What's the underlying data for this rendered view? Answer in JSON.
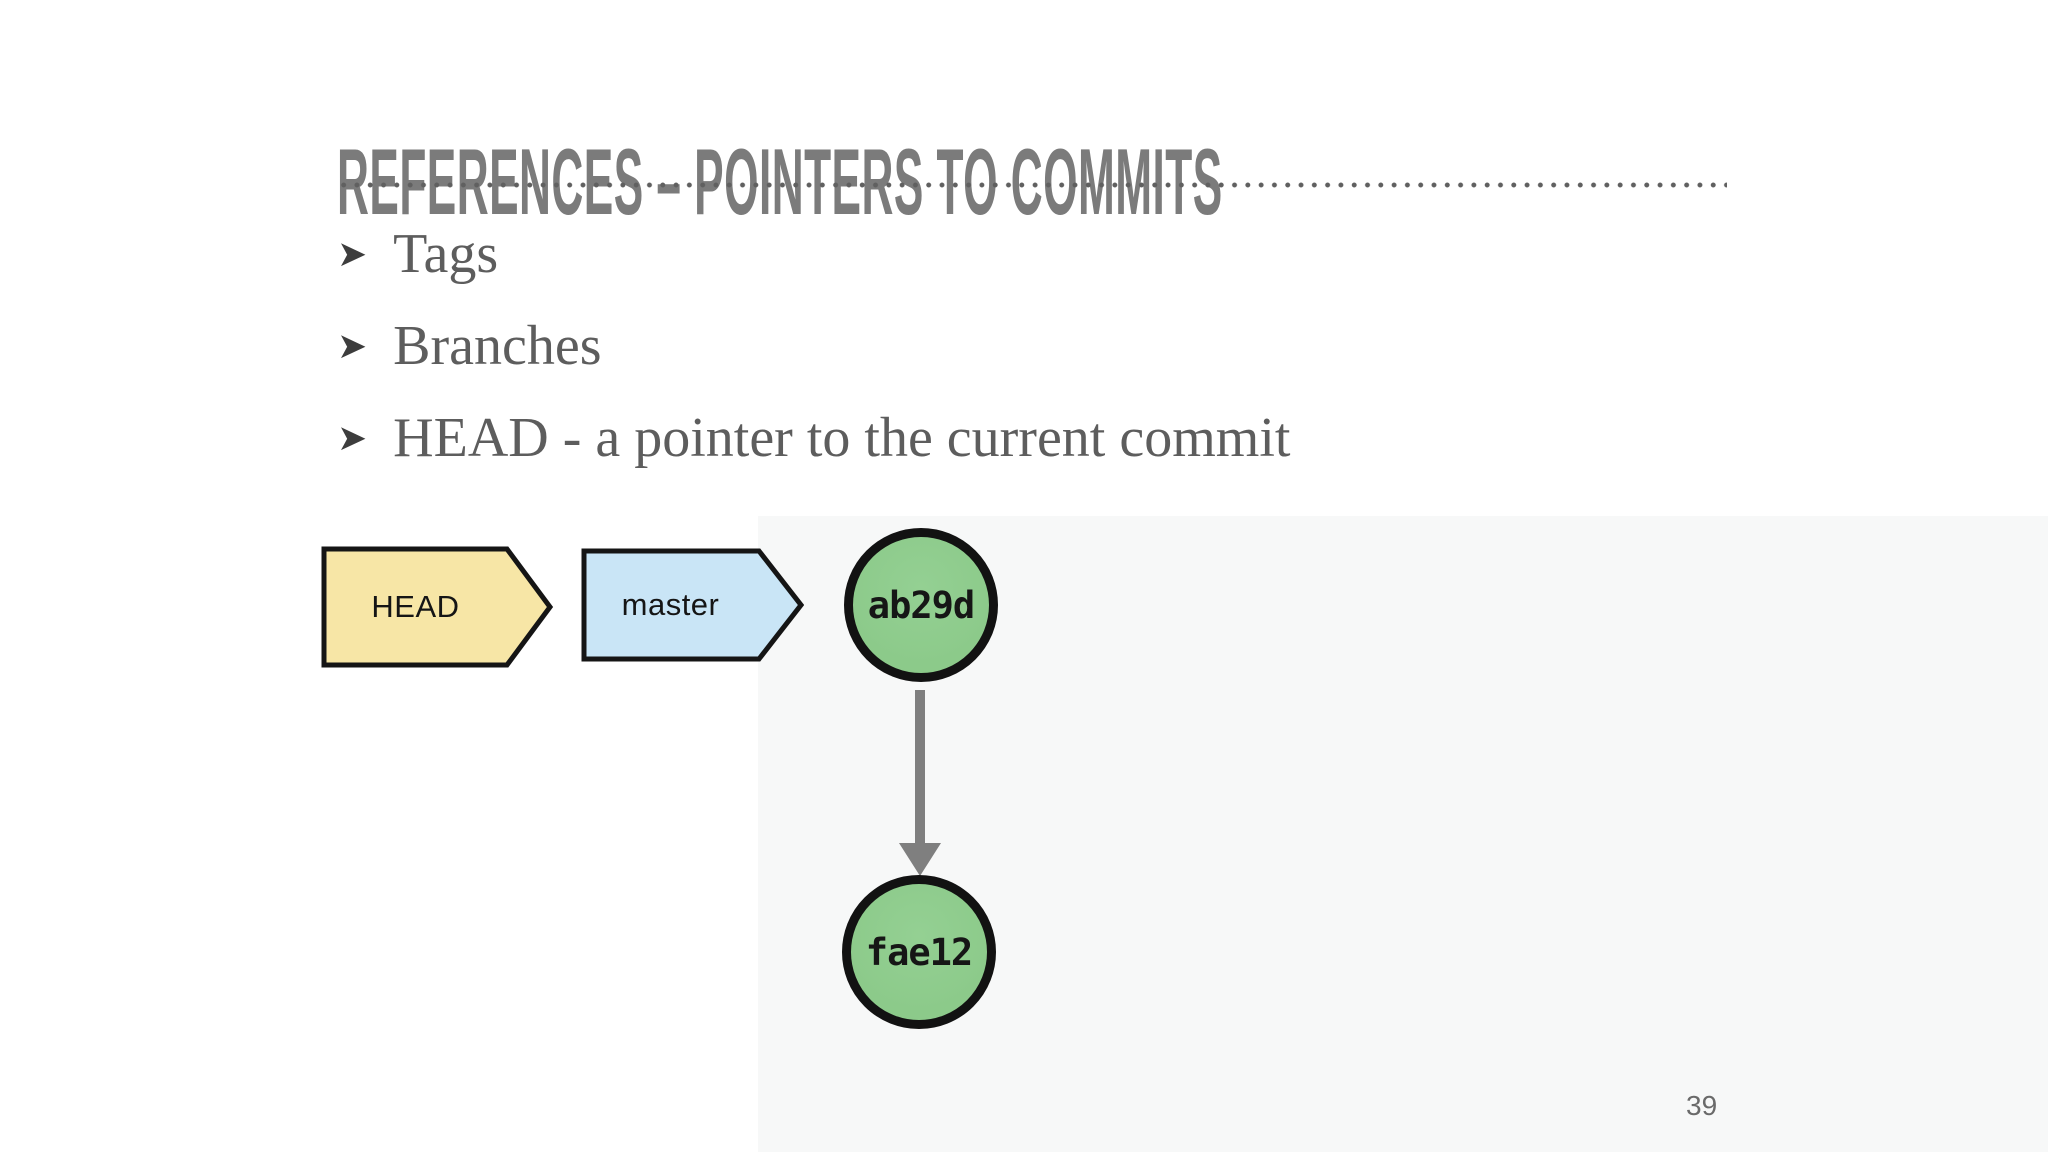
{
  "slide": {
    "title": "REFERENCES – POINTERS TO COMMITS",
    "bullet_glyph": "➤",
    "bullets": [
      {
        "label": "Tags"
      },
      {
        "label": "Branches"
      },
      {
        "label": "HEAD - a pointer to the current commit"
      }
    ],
    "page_number": "39"
  },
  "diagram": {
    "head_label": "HEAD",
    "branch_label": "master",
    "commits": [
      {
        "id": "ab29d"
      },
      {
        "id": "fae12"
      }
    ],
    "edge": "ab29d -> fae12",
    "colors": {
      "head_fill": "#f7e6a6",
      "branch_fill": "#c9e5f6",
      "commit_fill": "#8cca8a",
      "arrow": "#7f7f7f",
      "title_text": "#7b7b7b",
      "body_text": "#5d5d5d",
      "divider": "#606060",
      "page_number": "#6a6a6a"
    }
  }
}
